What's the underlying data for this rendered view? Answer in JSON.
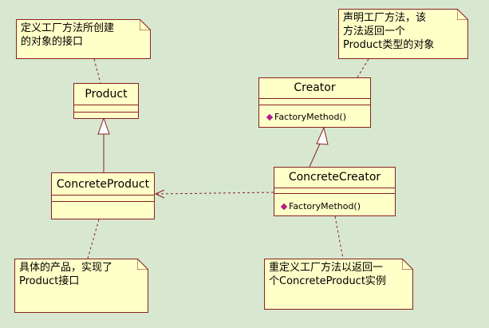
{
  "notes": {
    "product_note": [
      "定义工厂方法所创建",
      "的对象的接口"
    ],
    "creator_note": [
      "声明工厂方法，该",
      "方法返回一个",
      "Product类型的对象"
    ],
    "concrete_product_note": [
      "具体的产品，实现了",
      "Product接口"
    ],
    "concrete_creator_note": [
      "重定义工厂方法以返回一",
      "个ConcreteProduct实例"
    ]
  },
  "classes": {
    "product": {
      "name": "Product"
    },
    "creator": {
      "name": "Creator",
      "operation": "FactoryMethod()"
    },
    "concrete_product": {
      "name": "ConcreteProduct"
    },
    "concrete_creator": {
      "name": "ConcreteCreator",
      "operation": "FactoryMethod()"
    }
  },
  "colors": {
    "background": "#d8e8d0",
    "box_fill": "#ffffc8",
    "border": "#8a2020",
    "operation_marker": "#b0208a"
  }
}
